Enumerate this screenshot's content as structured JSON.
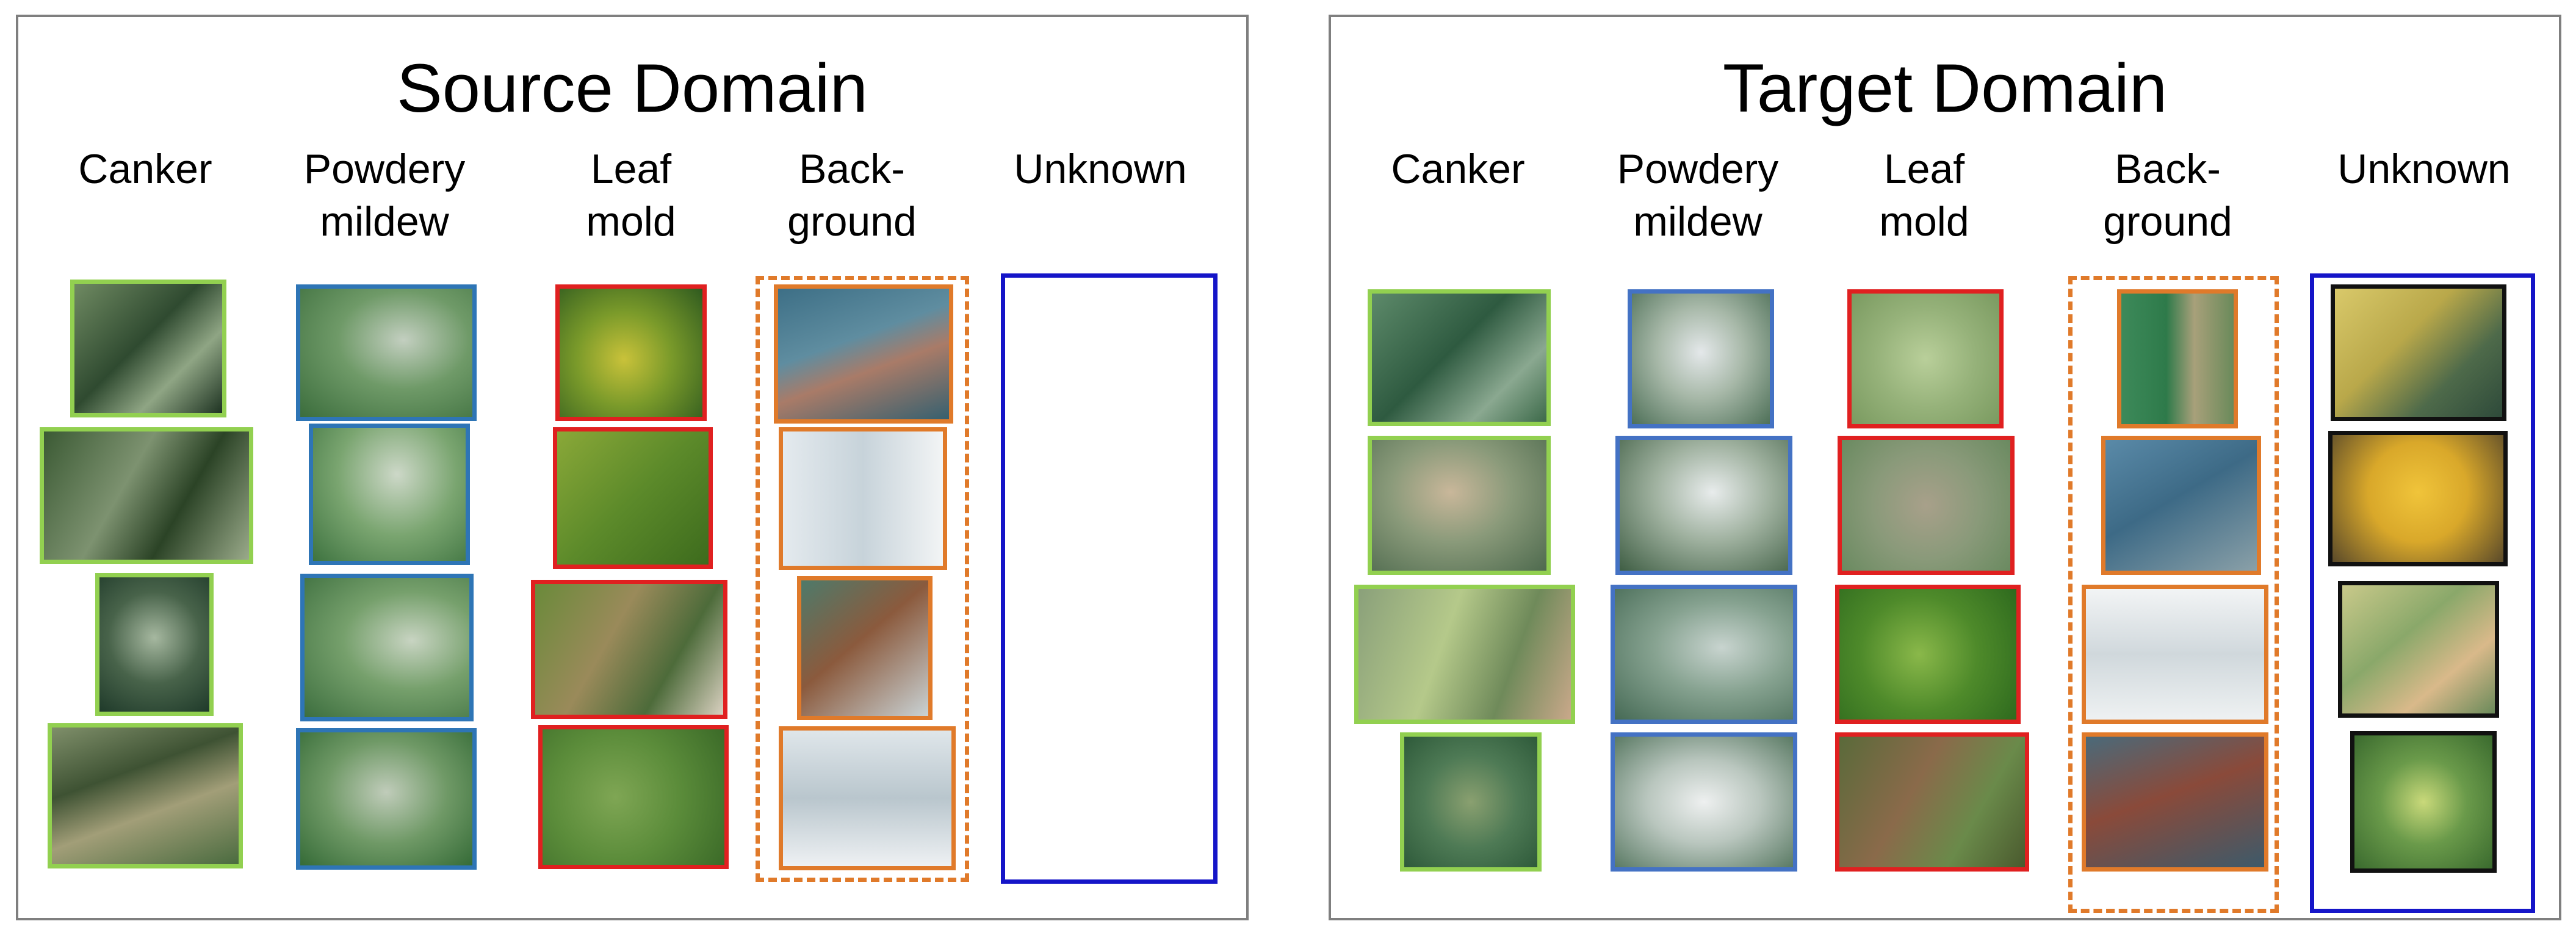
{
  "colors": {
    "canker": "#92d050",
    "powdery_mildew_source": "#2e75b6",
    "powdery_mildew_target": "#4472c4",
    "leaf_mold": "#e02020",
    "background": "#e07a2a",
    "unknown_box": "#1515c8",
    "unknown_image": "#111111",
    "panel_border": "#7f7f7f"
  },
  "source": {
    "title": "Source Domain",
    "columns": {
      "canker": "Canker",
      "powdery": "Powdery\nmildew",
      "leaf_mold": "Leaf\nmold",
      "background": "Back-\nground",
      "unknown": "Unknown"
    }
  },
  "target": {
    "title": "Target Domain",
    "columns": {
      "canker": "Canker",
      "powdery": "Powdery\nmildew",
      "leaf_mold": "Leaf\nmold",
      "background": "Back-\nground",
      "unknown": "Unknown"
    }
  }
}
